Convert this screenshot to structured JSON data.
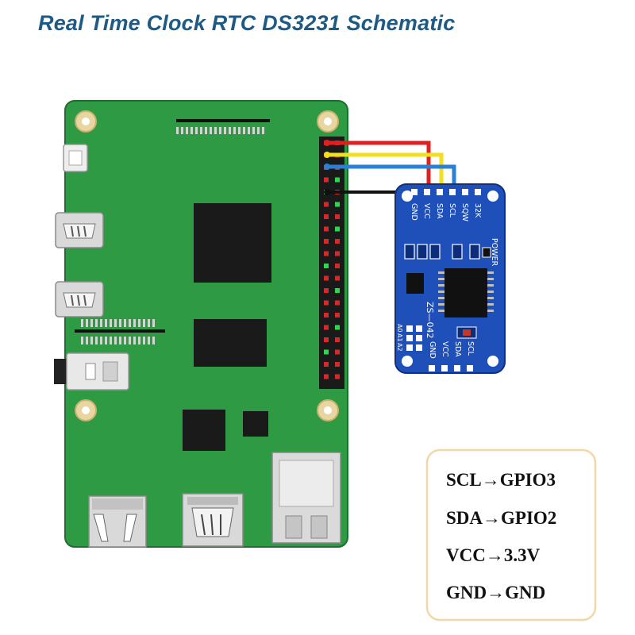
{
  "title": "Real Time Clock RTC DS3231 Schematic",
  "module": {
    "model": "ZS—042",
    "top_pins": [
      "GND",
      "VCC",
      "SDA",
      "SCL",
      "SQW",
      "32K"
    ],
    "bottom_pins": [
      "GND",
      "VCC",
      "SDA",
      "SCL"
    ],
    "power_label": "POWER",
    "address_pins": [
      "A0",
      "A1",
      "A2"
    ]
  },
  "wires": [
    {
      "signal": "VCC",
      "color": "#e02020"
    },
    {
      "signal": "SDA",
      "color": "#f0e020"
    },
    {
      "signal": "SCL",
      "color": "#2a7fd6"
    },
    {
      "signal": "GND",
      "color": "#111111"
    }
  ],
  "legend": [
    {
      "pin": "SCL",
      "target": "GPIO3",
      "text": "SCL→GPIO3"
    },
    {
      "pin": "SDA",
      "target": "GPIO2",
      "text": "SDA→GPIO2"
    },
    {
      "pin": "VCC",
      "target": "3.3V",
      "text": "VCC→3.3V"
    },
    {
      "pin": "GND",
      "target": "GND",
      "text": "GND→GND"
    }
  ],
  "colors": {
    "title": "#1d5a86",
    "board": "#2e9a44",
    "module": "#1f4fb8",
    "legend_border": "#f2d7a8"
  }
}
